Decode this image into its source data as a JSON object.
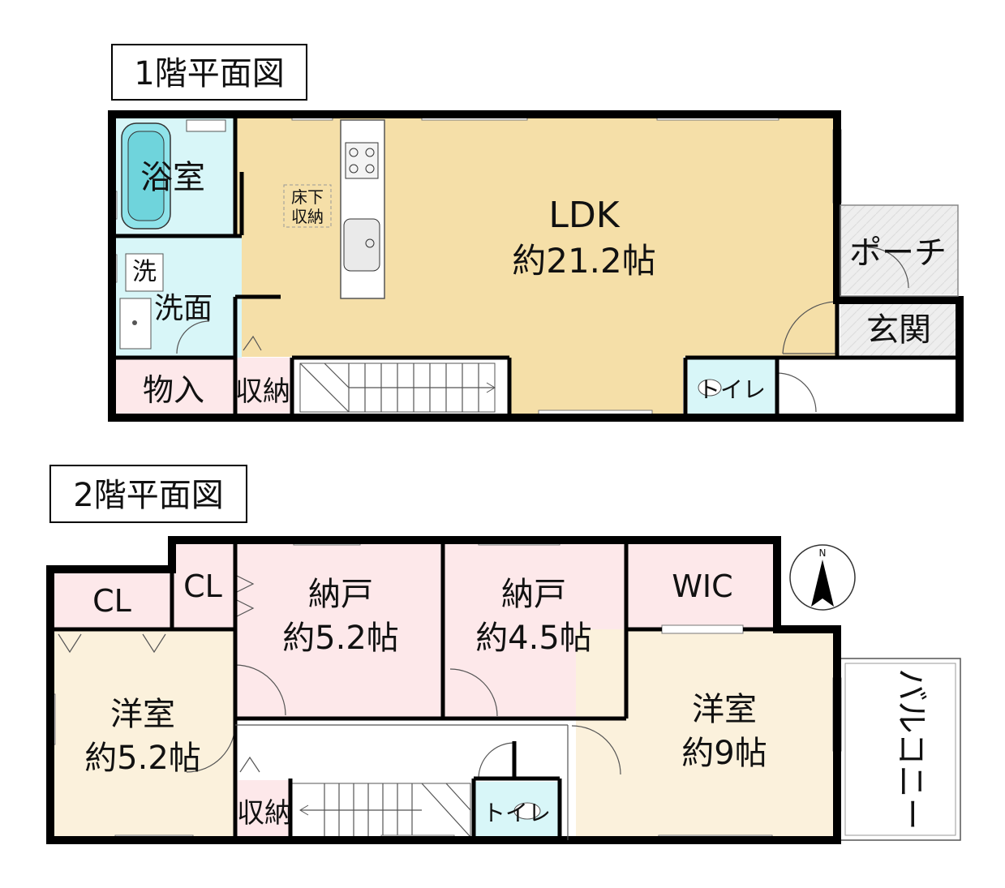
{
  "floor1": {
    "title": "1階平面図",
    "rooms": {
      "bath": "浴室",
      "washer": "洗",
      "washroom": "洗面",
      "underfloor_storage": [
        "床下",
        "収納"
      ],
      "ldk_name": "LDK",
      "ldk_size": "約21.2帖",
      "porch": "ポーチ",
      "entrance": "玄関",
      "storage_room": "物入",
      "storage": "収納",
      "toilet": "トイレ"
    }
  },
  "floor2": {
    "title": "2階平面図",
    "rooms": {
      "cl_left": "CL",
      "cl_mid": "CL",
      "storeroom1_name": "納戸",
      "storeroom1_size": "約5.2帖",
      "storeroom2_name": "納戸",
      "storeroom2_size": "約4.5帖",
      "wic": "WIC",
      "western_left_name": "洋室",
      "western_left_size": "約5.2帖",
      "western_right_name": "洋室",
      "western_right_size": "約9帖",
      "storage": "収納",
      "toilet": "トイレ",
      "balcony": "バルコニー"
    }
  },
  "compass": {
    "label": "N"
  },
  "colors": {
    "ldk": "#f5dfa8",
    "wet": "#d8f6f8",
    "storage": "#fde8ea",
    "western": "#fbf1dc",
    "tile": "#eeeeee"
  }
}
